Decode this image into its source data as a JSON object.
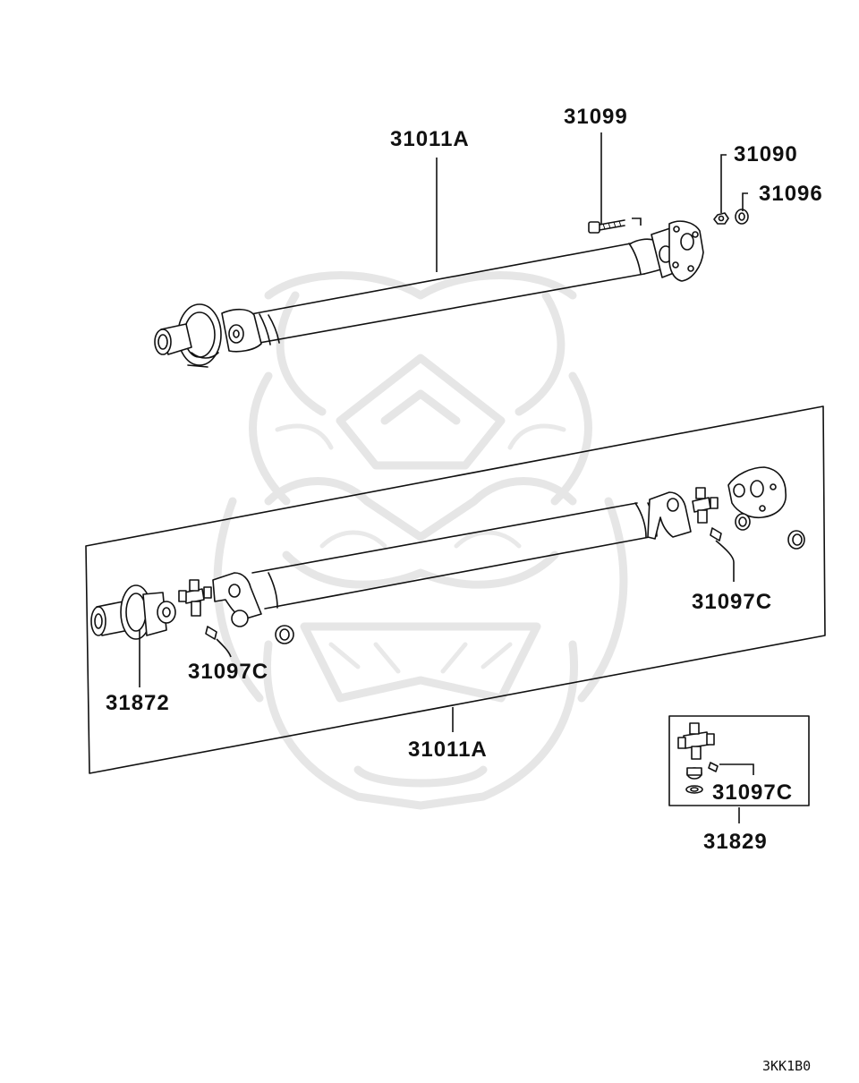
{
  "labels": {
    "upper_shaft": "31011A",
    "bolt": "31099",
    "nut": "31090",
    "washer": "31096",
    "grease_fitting_right": "31097C",
    "grease_fitting_left": "31097C",
    "center_bearing": "31872",
    "lower_shaft": "31011A",
    "spider_kit_fitting": "31097C",
    "spider_kit": "31829"
  },
  "diagram_code": "3KK1B0",
  "colors": {
    "ink": "#111111",
    "watermark": "#e6e6e6",
    "background": "#ffffff"
  }
}
